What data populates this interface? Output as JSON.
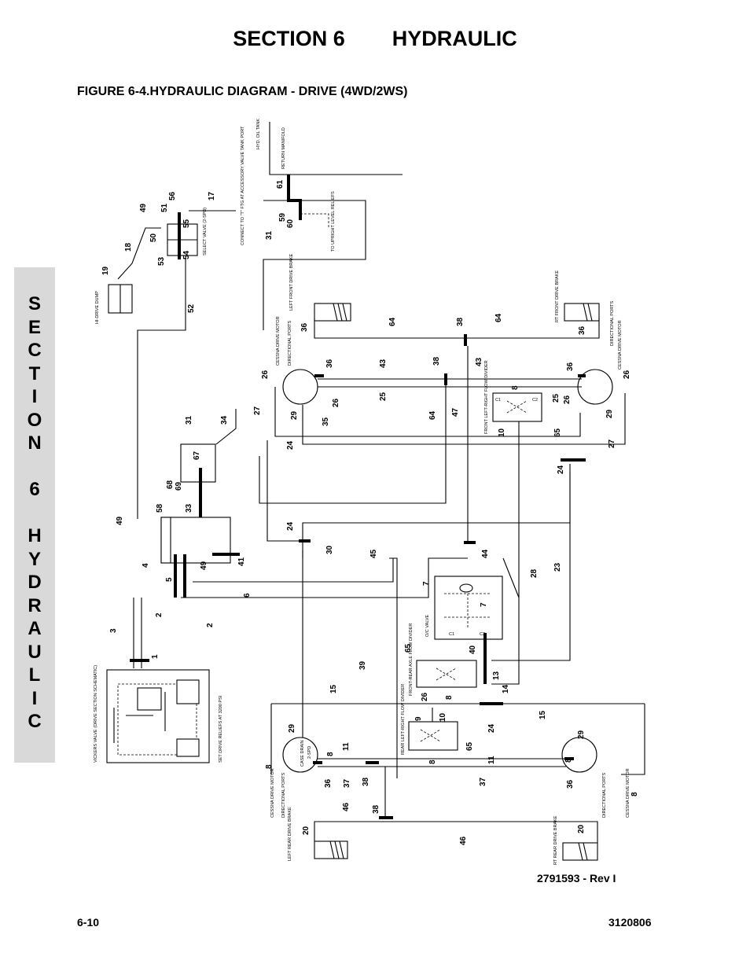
{
  "header": {
    "section_label": "SECTION 6",
    "section_name": "HYDRAULIC",
    "figure_title": "FIGURE 6-4.HYDRAULIC DIAGRAM - DRIVE (4WD/2WS)"
  },
  "side_tab": {
    "letters": [
      "S",
      "E",
      "C",
      "T",
      "I",
      "O",
      "N",
      " ",
      "6",
      " ",
      "H",
      "Y",
      "D",
      "R",
      "A",
      "U",
      "L",
      "I",
      "C"
    ]
  },
  "footer": {
    "revision": "2791593 - Rev I",
    "page_number": "6-10",
    "document_number": "3120806"
  },
  "diagram_labels": {
    "hyd_oil_tank": "HYD. OIL TANK",
    "return_manifold": "RETURN MANIFOLD",
    "connect_to_t": "CONNECT TO \"T\" FTG AT ACCESSORY VALVE TANK PORT",
    "upright_level": "TO UPRIGHT LEVEL RELIEFS",
    "select_valve": "SELECT VALVE (2-SPD)",
    "hi_drive_dump": "HI-DRIVE DUMP",
    "left_front_brake": "LEFT FRONT DRIVE BRAKE",
    "rt_front_brake": "RT FRONT DRIVE BRAKE",
    "cessna_motor": "CESSNA DRIVE MOTOR",
    "directional_ports": "DIRECTIONAL PORTS",
    "front_flow_divider": "FRONT LEFT-RIGHT FLOW DIVIDER",
    "oc_valve": "O/C VALVE",
    "front_rear_divider": "FRONT-REAR AXLE FLOW DIVIDER",
    "rear_flow_divider": "REAR LEFT-RIGHT FLOW DIVIDER",
    "vickers_valve": "VICKERS VALVE (DRIVE SECTION SCHEMATIC)",
    "set_relief": "SET DRIVE RELIEFS AT 3200 PSI",
    "left_rear_brake": "LEFT REAR DRIVE BRAKE",
    "rt_rear_brake": "RT REAR DRIVE BRAKE",
    "case_drain": "CASE DRAIN",
    "port_2spd": "2-SPD",
    "c1": "C1",
    "c2": "C2"
  },
  "callouts": {
    "n1": "1",
    "n2": "2",
    "n3": "3",
    "n4": "4",
    "n5": "5",
    "n6": "6",
    "n7": "7",
    "n8": "8",
    "n9": "9",
    "n10": "10",
    "n11": "11",
    "n13": "13",
    "n14": "14",
    "n15": "15",
    "n17": "17",
    "n18": "18",
    "n19": "19",
    "n20": "20",
    "n23": "23",
    "n24": "24",
    "n25": "25",
    "n26": "26",
    "n27": "27",
    "n28": "28",
    "n29": "29",
    "n30": "30",
    "n31": "31",
    "n33": "33",
    "n34": "34",
    "n35": "35",
    "n36": "36",
    "n37": "37",
    "n38": "38",
    "n39": "39",
    "n40": "40",
    "n41": "41",
    "n43": "43",
    "n44": "44",
    "n45": "45",
    "n46": "46",
    "n47": "47",
    "n49": "49",
    "n50": "50",
    "n51": "51",
    "n52": "52",
    "n53": "53",
    "n54": "54",
    "n55": "55",
    "n56": "56",
    "n58": "58",
    "n59": "59",
    "n60": "60",
    "n61": "61",
    "n64": "64",
    "n65": "65",
    "n67": "67",
    "n68": "68",
    "n69": "69"
  }
}
